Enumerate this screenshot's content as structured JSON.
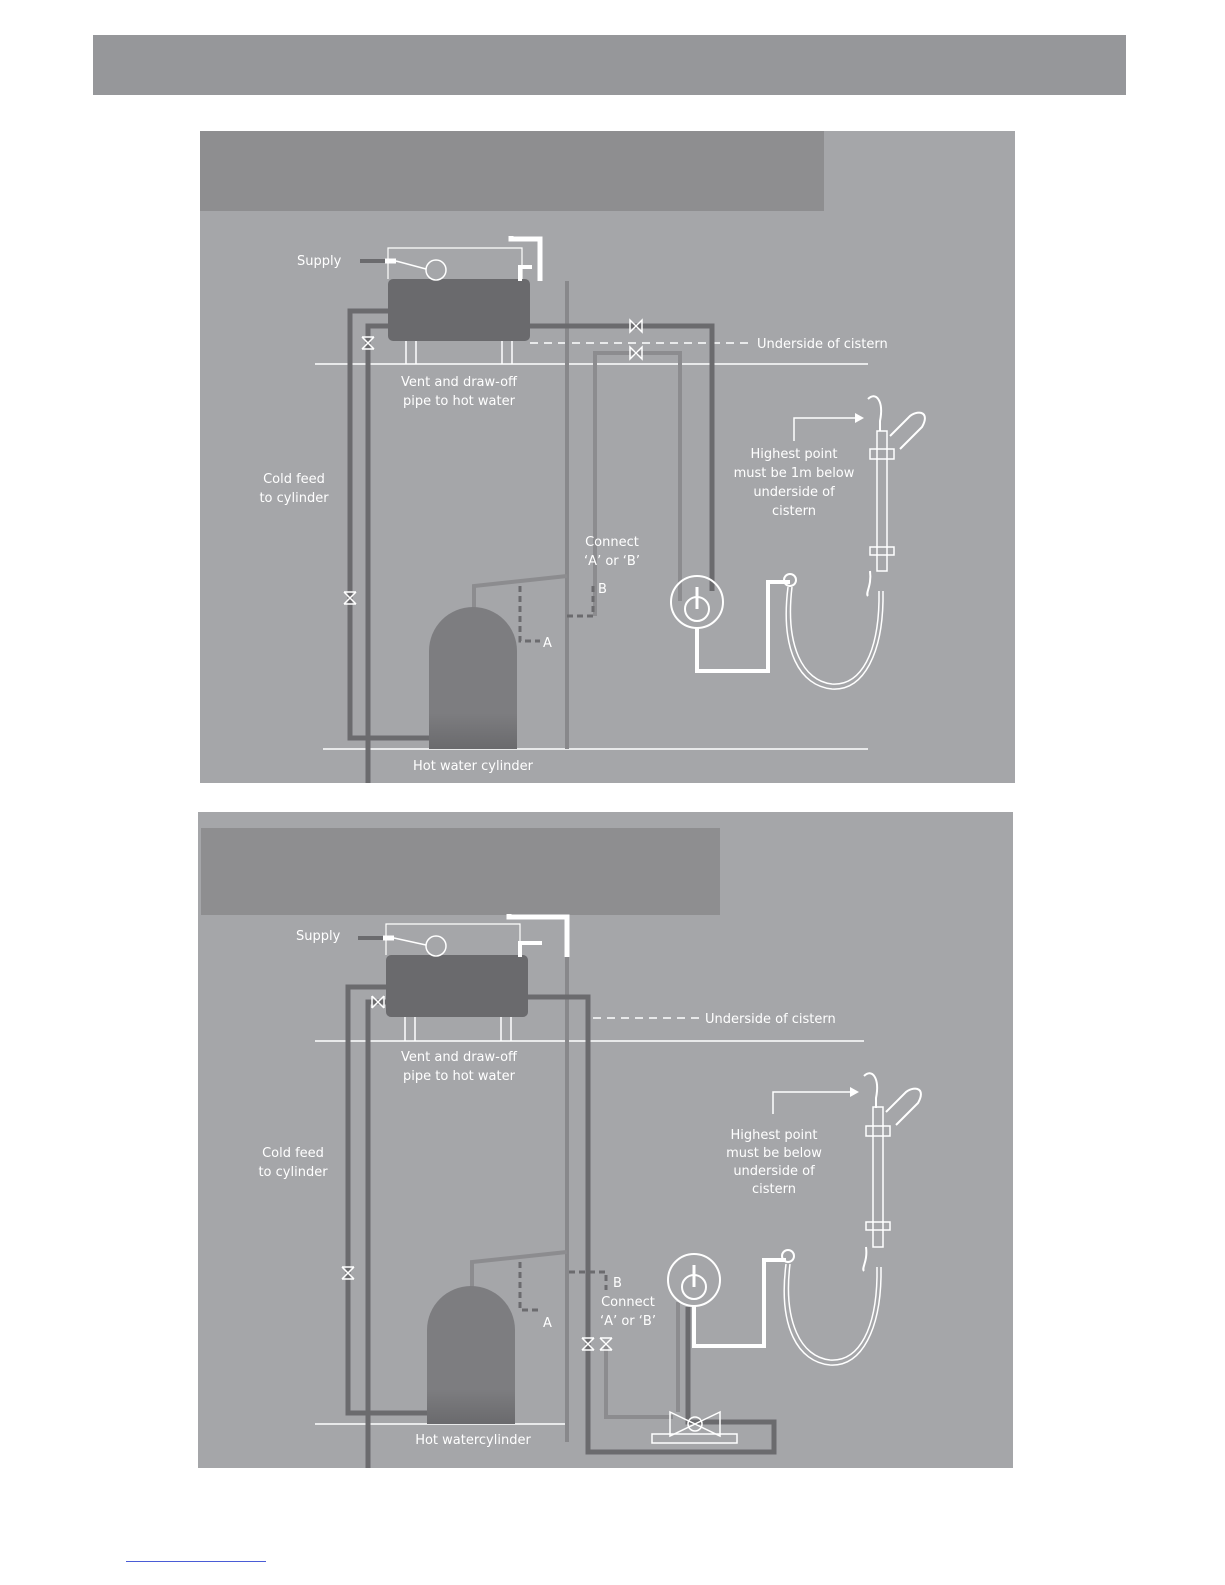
{
  "colors": {
    "panel_bg": "#a5a6a9",
    "header_bar": "#96979a",
    "title_bar": "#8e8e90",
    "pipe_dark": "#6b6b6e",
    "pipe_white": "#ffffff",
    "cistern": "#6a6a6d",
    "cylinder": "#7f7f82"
  },
  "diagram_1": {
    "supply": "Supply",
    "underside": "Underside of cistern",
    "vent_line1": "Vent and draw-off",
    "vent_line2": "pipe to hot water",
    "cold_line1": "Cold feed",
    "cold_line2": "to cylinder",
    "highest_line1": "Highest point",
    "highest_line2": "must be 1m below",
    "highest_line3": "underside of",
    "highest_line4": "cistern",
    "connect_line1": "Connect",
    "connect_line2": "‘A’ or ‘B’",
    "label_a": "A",
    "label_b": "B",
    "cylinder_label": "Hot water cylinder"
  },
  "diagram_2": {
    "supply": "Supply",
    "underside": "Underside of cistern",
    "vent_line1": "Vent and draw-off",
    "vent_line2": "pipe to hot water",
    "cold_line1": "Cold feed",
    "cold_line2": "to cylinder",
    "highest_line1": "Highest point",
    "highest_line2": "must be below",
    "highest_line3": "underside of",
    "highest_line4": "cistern",
    "connect_line1": "Connect",
    "connect_line2": "‘A’ or ‘B’",
    "label_a": "A",
    "label_b": "B",
    "cylinder_label": "Hot watercylinder"
  },
  "icons": [
    "valve-icon",
    "shower-control-icon",
    "shower-head-icon",
    "float-valve-icon",
    "pump-icon"
  ]
}
